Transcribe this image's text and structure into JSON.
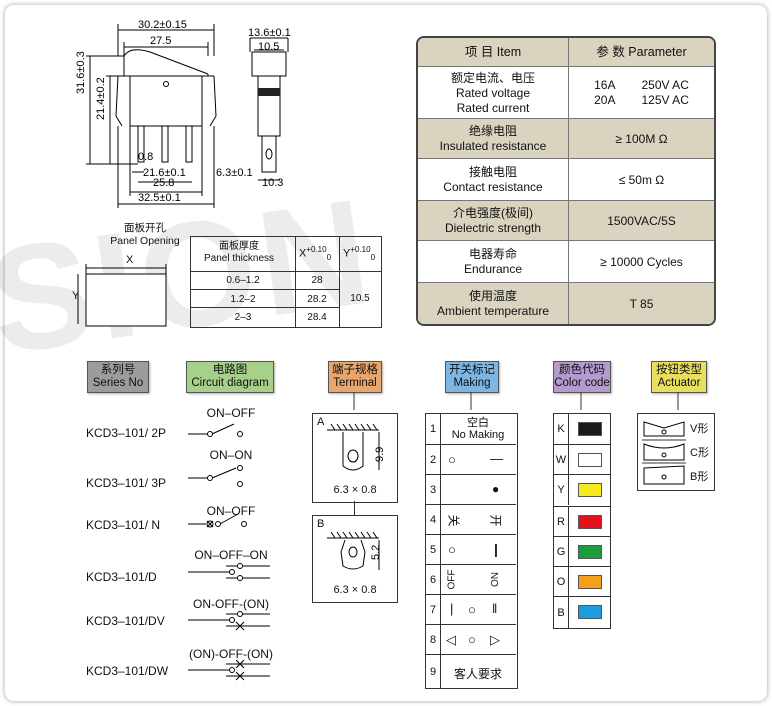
{
  "dims": {
    "top_width": "30.2±0.15",
    "inner_width": "27.5",
    "height_total": "31.6±0.3",
    "height_body": "21.4±0.2",
    "pin_gap": "0.8",
    "pin_span": "21.6±0.1",
    "base_width": "25.8",
    "overall_width": "32.5±0.1",
    "side_width": "13.6±0.1",
    "side_inner": "10.5",
    "side_bottom": "10.3",
    "side_pin": "6.3±0.1"
  },
  "panel": {
    "cn": "面板开孔",
    "en": "Panel Opening",
    "x_label": "X",
    "y_label": "Y",
    "table": {
      "h1_cn": "面板厚度",
      "h1_en": "Panel thickness",
      "h2": "X",
      "h2_sup": "+0.10",
      "h2_sub": "0",
      "h3": "Y",
      "h3_sup": "+0.10",
      "h3_sub": "0",
      "rows": [
        {
          "t": "0.6–1.2",
          "x": "28"
        },
        {
          "t": "1.2–2",
          "x": "28.2"
        },
        {
          "t": "2–3",
          "x": "28.4"
        }
      ],
      "y_value": "10.5"
    }
  },
  "spec": {
    "header": {
      "c1": "项 目  Item",
      "c2": "参 数  Parameter"
    },
    "rows": [
      {
        "c1_cn": "额定电流、电压",
        "c1_en": "Rated voltage",
        "c1_en2": "Rated current",
        "v1": "16A        250V AC",
        "v2": "20A        125V AC"
      },
      {
        "c1_cn": "绝缘电阻",
        "c1_en": "Insulated resistance",
        "v1": "≥ 100M Ω"
      },
      {
        "c1_cn": "接触电阻",
        "c1_en": "Contact resistance",
        "v1": "≤ 50m Ω"
      },
      {
        "c1_cn": "介电强度(极间)",
        "c1_en": "Dielectric strength",
        "v1": "1500VAC/5S"
      },
      {
        "c1_cn": "电器寿命",
        "c1_en": "Endurance",
        "v1": "≥ 10000 Cycles"
      },
      {
        "c1_cn": "使用温度",
        "c1_en": "Ambient temperature",
        "v1": "T 85"
      }
    ]
  },
  "headers": {
    "series": {
      "cn": "系列号",
      "en": "Series No",
      "color": "#9c9c9c"
    },
    "circuit": {
      "cn": "电路图",
      "en": "Circuit diagram",
      "color": "#a7d18b"
    },
    "terminal": {
      "cn": "端子规格",
      "en": "Terminal",
      "color": "#e9a66d"
    },
    "making": {
      "cn": "开关标记",
      "en": "Making",
      "color": "#7eb5e3"
    },
    "color": {
      "cn": "颜色代码",
      "en": "Color code",
      "color": "#b59ad0"
    },
    "actuator": {
      "cn": "按钮类型",
      "en": "Actuator",
      "color": "#e9df5e"
    }
  },
  "series": [
    "KCD3–101/ 2P",
    "KCD3–101/ 3P",
    "KCD3–101/ N",
    "KCD3–101/D",
    "KCD3–101/DV",
    "KCD3–101/DW"
  ],
  "circuits": [
    "ON–OFF",
    "ON–ON",
    "ON–OFF",
    "ON–OFF–ON",
    "ON-OFF-(ON)",
    "(ON)-OFF-(ON)"
  ],
  "terminal": {
    "a": {
      "label": "A",
      "dim": "9.9",
      "size": "6.3 × 0.8"
    },
    "b": {
      "label": "B",
      "dim": "5.2",
      "size": "6.3 × 0.8"
    }
  },
  "making": [
    {
      "n": "1",
      "cn": "空白",
      "en": "No Making"
    },
    {
      "n": "2",
      "l": "○",
      "r": "—"
    },
    {
      "n": "3",
      "l": "",
      "r": "●"
    },
    {
      "n": "4",
      "l": "关",
      "r": "开"
    },
    {
      "n": "5",
      "l": "○",
      "r": "|"
    },
    {
      "n": "6",
      "l": "OFF",
      "r": "ON"
    },
    {
      "n": "7",
      "l": "|",
      "m": "○",
      "r": "‖"
    },
    {
      "n": "8",
      "l": "◁",
      "m": "○",
      "r": "▷"
    },
    {
      "n": "9",
      "cn": "客人要求"
    }
  ],
  "colors": [
    {
      "code": "K",
      "hex": "#1a1a1a"
    },
    {
      "code": "W",
      "hex": "#ffffff"
    },
    {
      "code": "Y",
      "hex": "#f7ea1a"
    },
    {
      "code": "R",
      "hex": "#e4101a"
    },
    {
      "code": "G",
      "hex": "#1a9d3a"
    },
    {
      "code": "O",
      "hex": "#f5a01a"
    },
    {
      "code": "B",
      "hex": "#1a9de0"
    }
  ],
  "actuators": [
    "V形",
    "C形",
    "B形"
  ],
  "watermark": "SION"
}
